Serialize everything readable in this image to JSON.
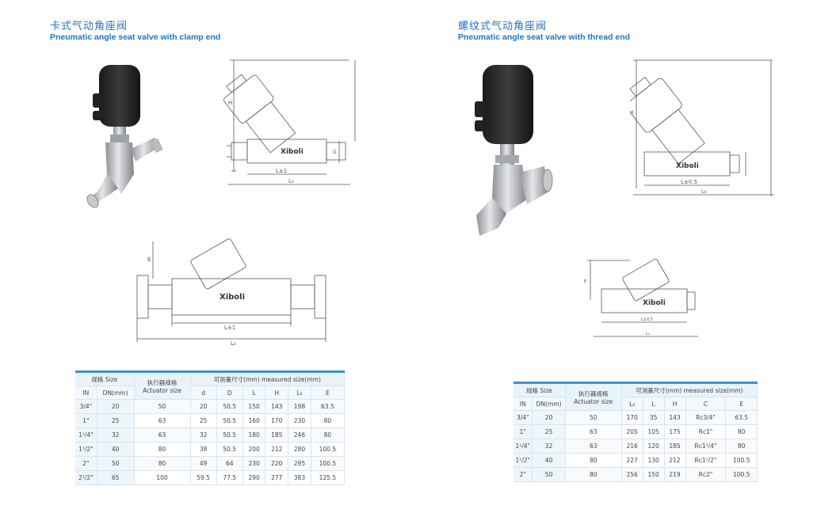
{
  "left": {
    "title_cn": "卡式气动角座阀",
    "title_en": "Pneumatic angle seat valve with clamp end",
    "drawing_top": {
      "brand": "Xiboli",
      "dim_length": "L±1",
      "dim_total": "L₀",
      "dim_height": "H",
      "dim_d": "D"
    },
    "drawing_bottom": {
      "brand": "Xiboli",
      "dim_length": "L±1",
      "dim_total": "L₀",
      "dim_height": "E"
    },
    "table": {
      "group_size": "规格 Size",
      "group_actuator": "执行器规格 Actuator size",
      "group_measured": "可测量尺寸(mm)   measured size(mm)",
      "columns": [
        "IN",
        "DN(mm)",
        "d",
        "D",
        "L",
        "H",
        "L₀",
        "E"
      ],
      "rows": [
        [
          "3/4\"",
          "20",
          "50",
          "20",
          "50.5",
          "150",
          "143",
          "198",
          "63.5"
        ],
        [
          "1\"",
          "25",
          "63",
          "25",
          "50.5",
          "160",
          "170",
          "230",
          "80"
        ],
        [
          "1¹/4\"",
          "32",
          "63",
          "32",
          "50.5",
          "180",
          "185",
          "246",
          "80"
        ],
        [
          "1¹/2\"",
          "40",
          "80",
          "38",
          "50.5",
          "200",
          "212",
          "280",
          "100.5"
        ],
        [
          "2\"",
          "50",
          "80",
          "49",
          "64",
          "230",
          "220",
          "295",
          "100.5"
        ],
        [
          "2¹/2\"",
          "65",
          "100",
          "59.5",
          "77.5",
          "290",
          "277",
          "383",
          "125.5"
        ]
      ]
    }
  },
  "right": {
    "title_cn": "螺纹式气动角座阀",
    "title_en": "Pneumatic angle seat valve with thread end",
    "drawing_top": {
      "brand": "Xiboli",
      "dim_length": "L±0.5",
      "dim_total": "L₀",
      "dim_height": "H"
    },
    "drawing_bottom": {
      "brand": "Xiboli",
      "dim_length": "L±0.5",
      "dim_total": "L₀",
      "dim_height": "E"
    },
    "table": {
      "group_size": "规格 Size",
      "group_actuator": "执行器规格 Actuator size",
      "group_measured": "可测量尺寸(mm)   measured size(mm)",
      "columns": [
        "IN",
        "DN(mm)",
        "L₀",
        "L",
        "H",
        "C",
        "E"
      ],
      "rows": [
        [
          "3/4\"",
          "20",
          "50",
          "170",
          "35",
          "143",
          "Rc3/4\"",
          "63.5"
        ],
        [
          "1\"",
          "25",
          "63",
          "205",
          "105",
          "175",
          "Rc1\"",
          "80"
        ],
        [
          "1¹/4\"",
          "32",
          "63",
          "216",
          "120",
          "185",
          "Rc1¹/4\"",
          "80"
        ],
        [
          "1¹/2\"",
          "40",
          "80",
          "227",
          "130",
          "212",
          "Rc1¹/2\"",
          "100.5"
        ],
        [
          "2\"",
          "50",
          "80",
          "256",
          "150",
          "219",
          "Rc2\"",
          "100.5"
        ]
      ]
    }
  },
  "colors": {
    "title_blue": "#1f73c8",
    "table_band": "#3e8fd6",
    "table_header": "#e8f3fb"
  }
}
